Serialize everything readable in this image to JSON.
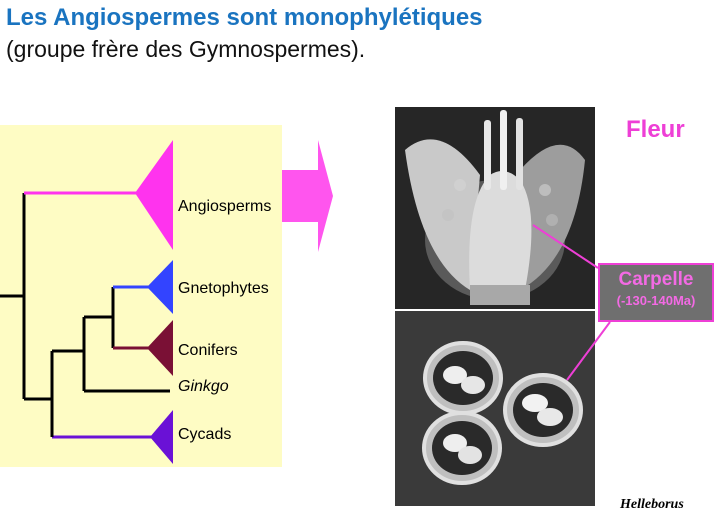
{
  "header": {
    "title": "Les Angiospermes sont monophylétiques",
    "subtitle": "(groupe frère des Gymnospermes)."
  },
  "tree": {
    "taxa": [
      {
        "id": "angiosperms",
        "label": "Angiosperms",
        "italic": false,
        "color": "#ff33ee"
      },
      {
        "id": "gnetophytes",
        "label": "Gnetophytes",
        "italic": false,
        "color": "#3344ff"
      },
      {
        "id": "conifers",
        "label": "Conifers",
        "italic": false,
        "color": "#7a1035"
      },
      {
        "id": "ginkgo",
        "label": "Ginkgo",
        "italic": true,
        "color": "#000000"
      },
      {
        "id": "cycads",
        "label": "Cycads",
        "italic": false,
        "color": "#6a11d6"
      }
    ],
    "panel_color": "#fefcc4",
    "arrow_color": "#ff55ee"
  },
  "photo": {
    "heading": "Fleur",
    "callout_name": "Carpelle",
    "callout_age": "(-130-140Ma)",
    "genus": "Helleborus",
    "accent_color": "#ee3fd6"
  }
}
